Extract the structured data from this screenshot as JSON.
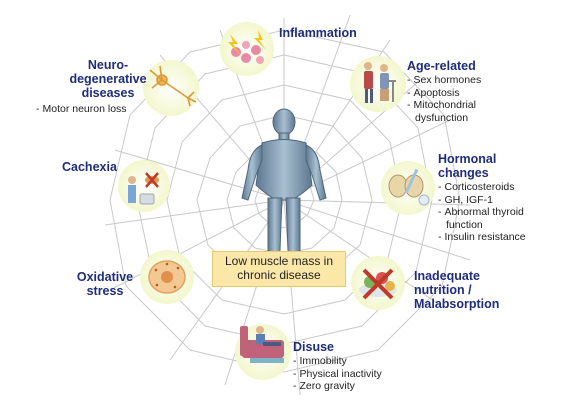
{
  "diagram": {
    "center_label_line1": "Low muscle mass in",
    "center_label_line2": "chronic disease",
    "causes": {
      "inflammation": {
        "title": "Inflammation"
      },
      "age_related": {
        "title": "Age-related",
        "items": [
          "Sex hormones",
          "Apoptosis",
          "Mitochondrial",
          "dysfunction"
        ]
      },
      "hormonal": {
        "title_line1": "Hormonal",
        "title_line2": "changes",
        "items": [
          "Corticosteroids",
          "GH, IGF-1",
          "Abnormal thyroid",
          "function",
          "Insulin resistance"
        ]
      },
      "nutrition": {
        "title_line1": "Inadequate",
        "title_line2": "nutrition /",
        "title_line3": "Malabsorption"
      },
      "disuse": {
        "title": "Disuse",
        "items": [
          "Immobility",
          "Physical inactivity",
          "Zero gravity"
        ]
      },
      "oxidative": {
        "title_line1": "Oxidative",
        "title_line2": "stress"
      },
      "cachexia": {
        "title": "Cachexia"
      },
      "neuro": {
        "title_line1": "Neuro-",
        "title_line2": "degenerative",
        "title_line3": "diseases",
        "items": [
          "Motor neuron loss"
        ]
      }
    },
    "colors": {
      "label_text": "#1f2d7a",
      "bubble_fill": "#f2f6c8",
      "web_stroke": "#c9c9c9",
      "body_fill": "#8aa3b8",
      "center_box": "#fbe7a8",
      "cross_red": "#c0392b"
    }
  }
}
